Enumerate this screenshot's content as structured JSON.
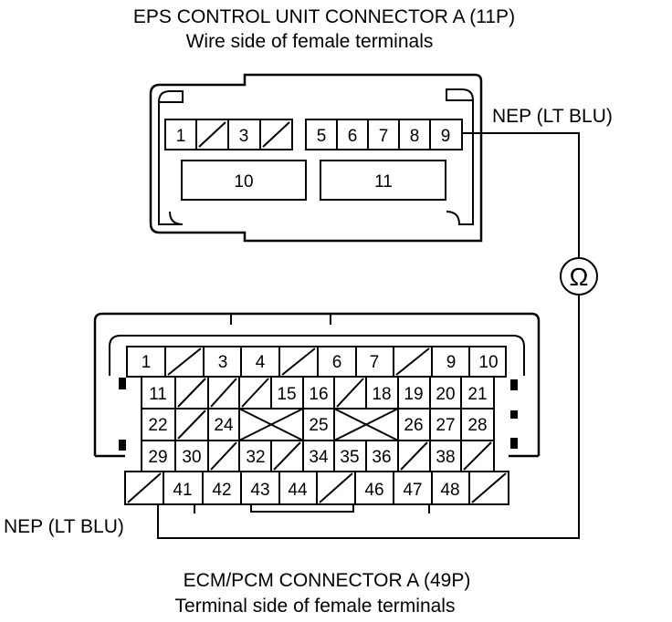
{
  "eps": {
    "title": "EPS CONTROL UNIT CONNECTOR A (11P)",
    "subtitle": "Wire side of female terminals",
    "pins": {
      "p1": "1",
      "p3": "3",
      "p5": "5",
      "p6": "6",
      "p7": "7",
      "p8": "8",
      "p9": "9",
      "p10": "10",
      "p11": "11"
    }
  },
  "ecm": {
    "title": "ECM/PCM CONNECTOR A (49P)",
    "subtitle": "Terminal side of female terminals",
    "pins": {
      "p1": "1",
      "p3": "3",
      "p4": "4",
      "p6": "6",
      "p7": "7",
      "p9": "9",
      "p10": "10",
      "p11": "11",
      "p15": "15",
      "p16": "16",
      "p18": "18",
      "p19": "19",
      "p20": "20",
      "p21": "21",
      "p22": "22",
      "p24": "24",
      "p25": "25",
      "p26": "26",
      "p27": "27",
      "p28": "28",
      "p29": "29",
      "p30": "30",
      "p32": "32",
      "p34": "34",
      "p35": "35",
      "p36": "36",
      "p38": "38",
      "p41": "41",
      "p42": "42",
      "p43": "43",
      "p44": "44",
      "p46": "46",
      "p47": "47",
      "p48": "48"
    }
  },
  "wire": {
    "top_label": "NEP (LT BLU)",
    "bottom_label": "NEP (LT BLU)",
    "meter_symbol": "Ω",
    "meter_icon": "ohmmeter-icon"
  }
}
